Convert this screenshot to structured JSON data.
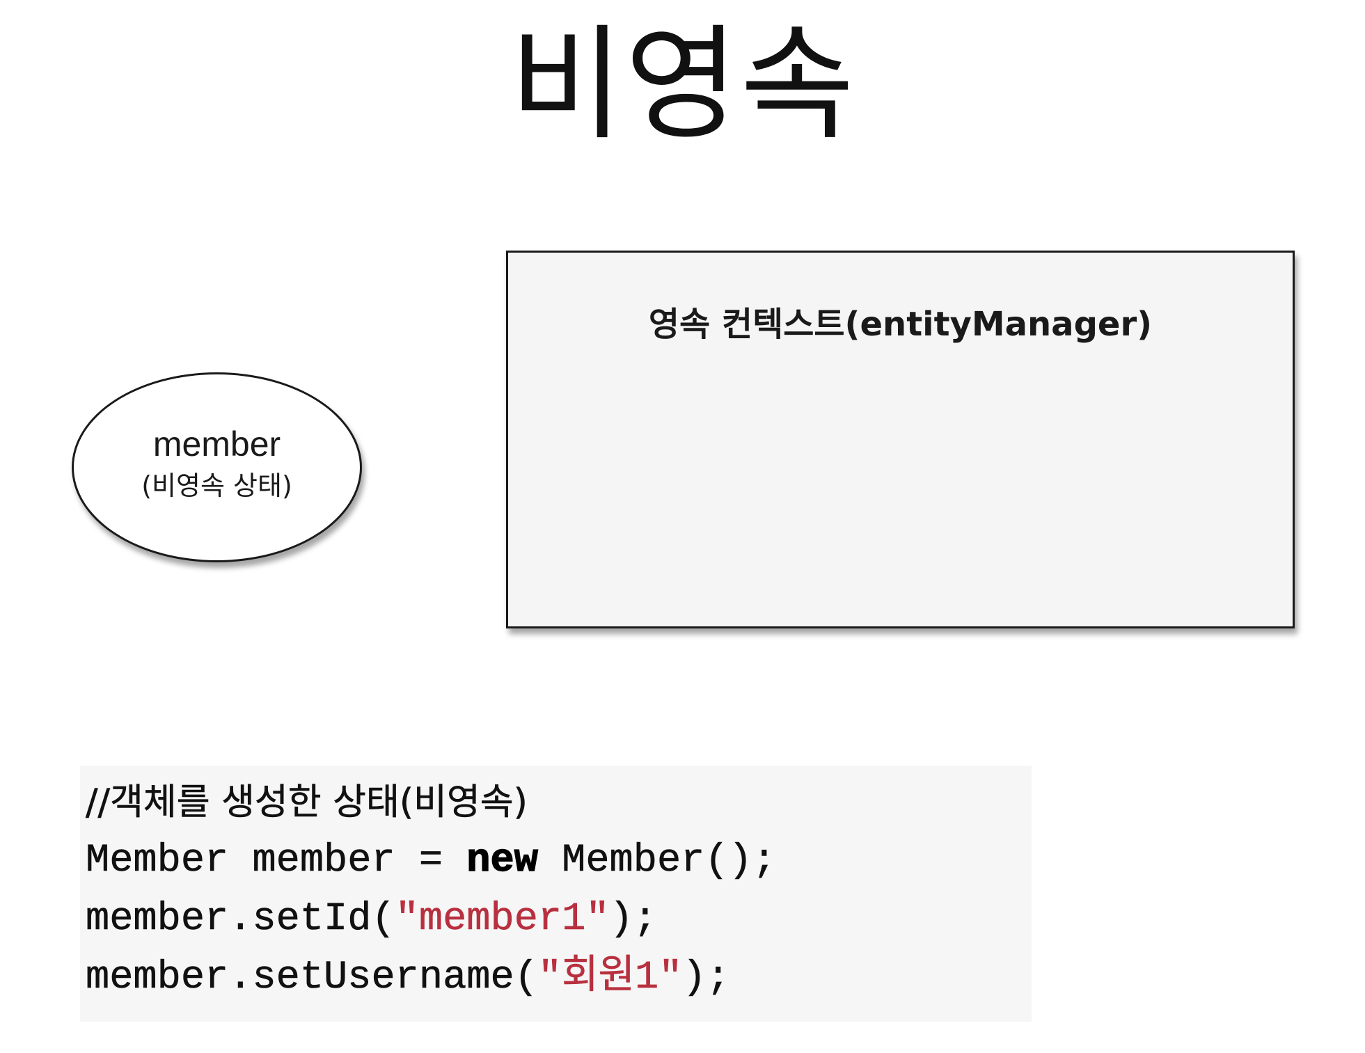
{
  "title": "비영속",
  "member": {
    "name": "member",
    "state": "(비영속 상태)"
  },
  "context": {
    "label": "영속 컨텍스트(entityManager)"
  },
  "code": {
    "comment": "//객체를 생성한 상태(비영속)",
    "line2": {
      "before": "Member member = ",
      "keyword": "new",
      "after": " Member();"
    },
    "line3": {
      "before": "member.setId(",
      "string": "\"member1\"",
      "after": ");"
    },
    "line4": {
      "before": "member.setUsername(",
      "string": "\"회원1\"",
      "after": ");"
    }
  },
  "colors": {
    "string": "#b8303f",
    "box_fill": "#f5f5f5",
    "code_bg": "#f6f6f6"
  }
}
